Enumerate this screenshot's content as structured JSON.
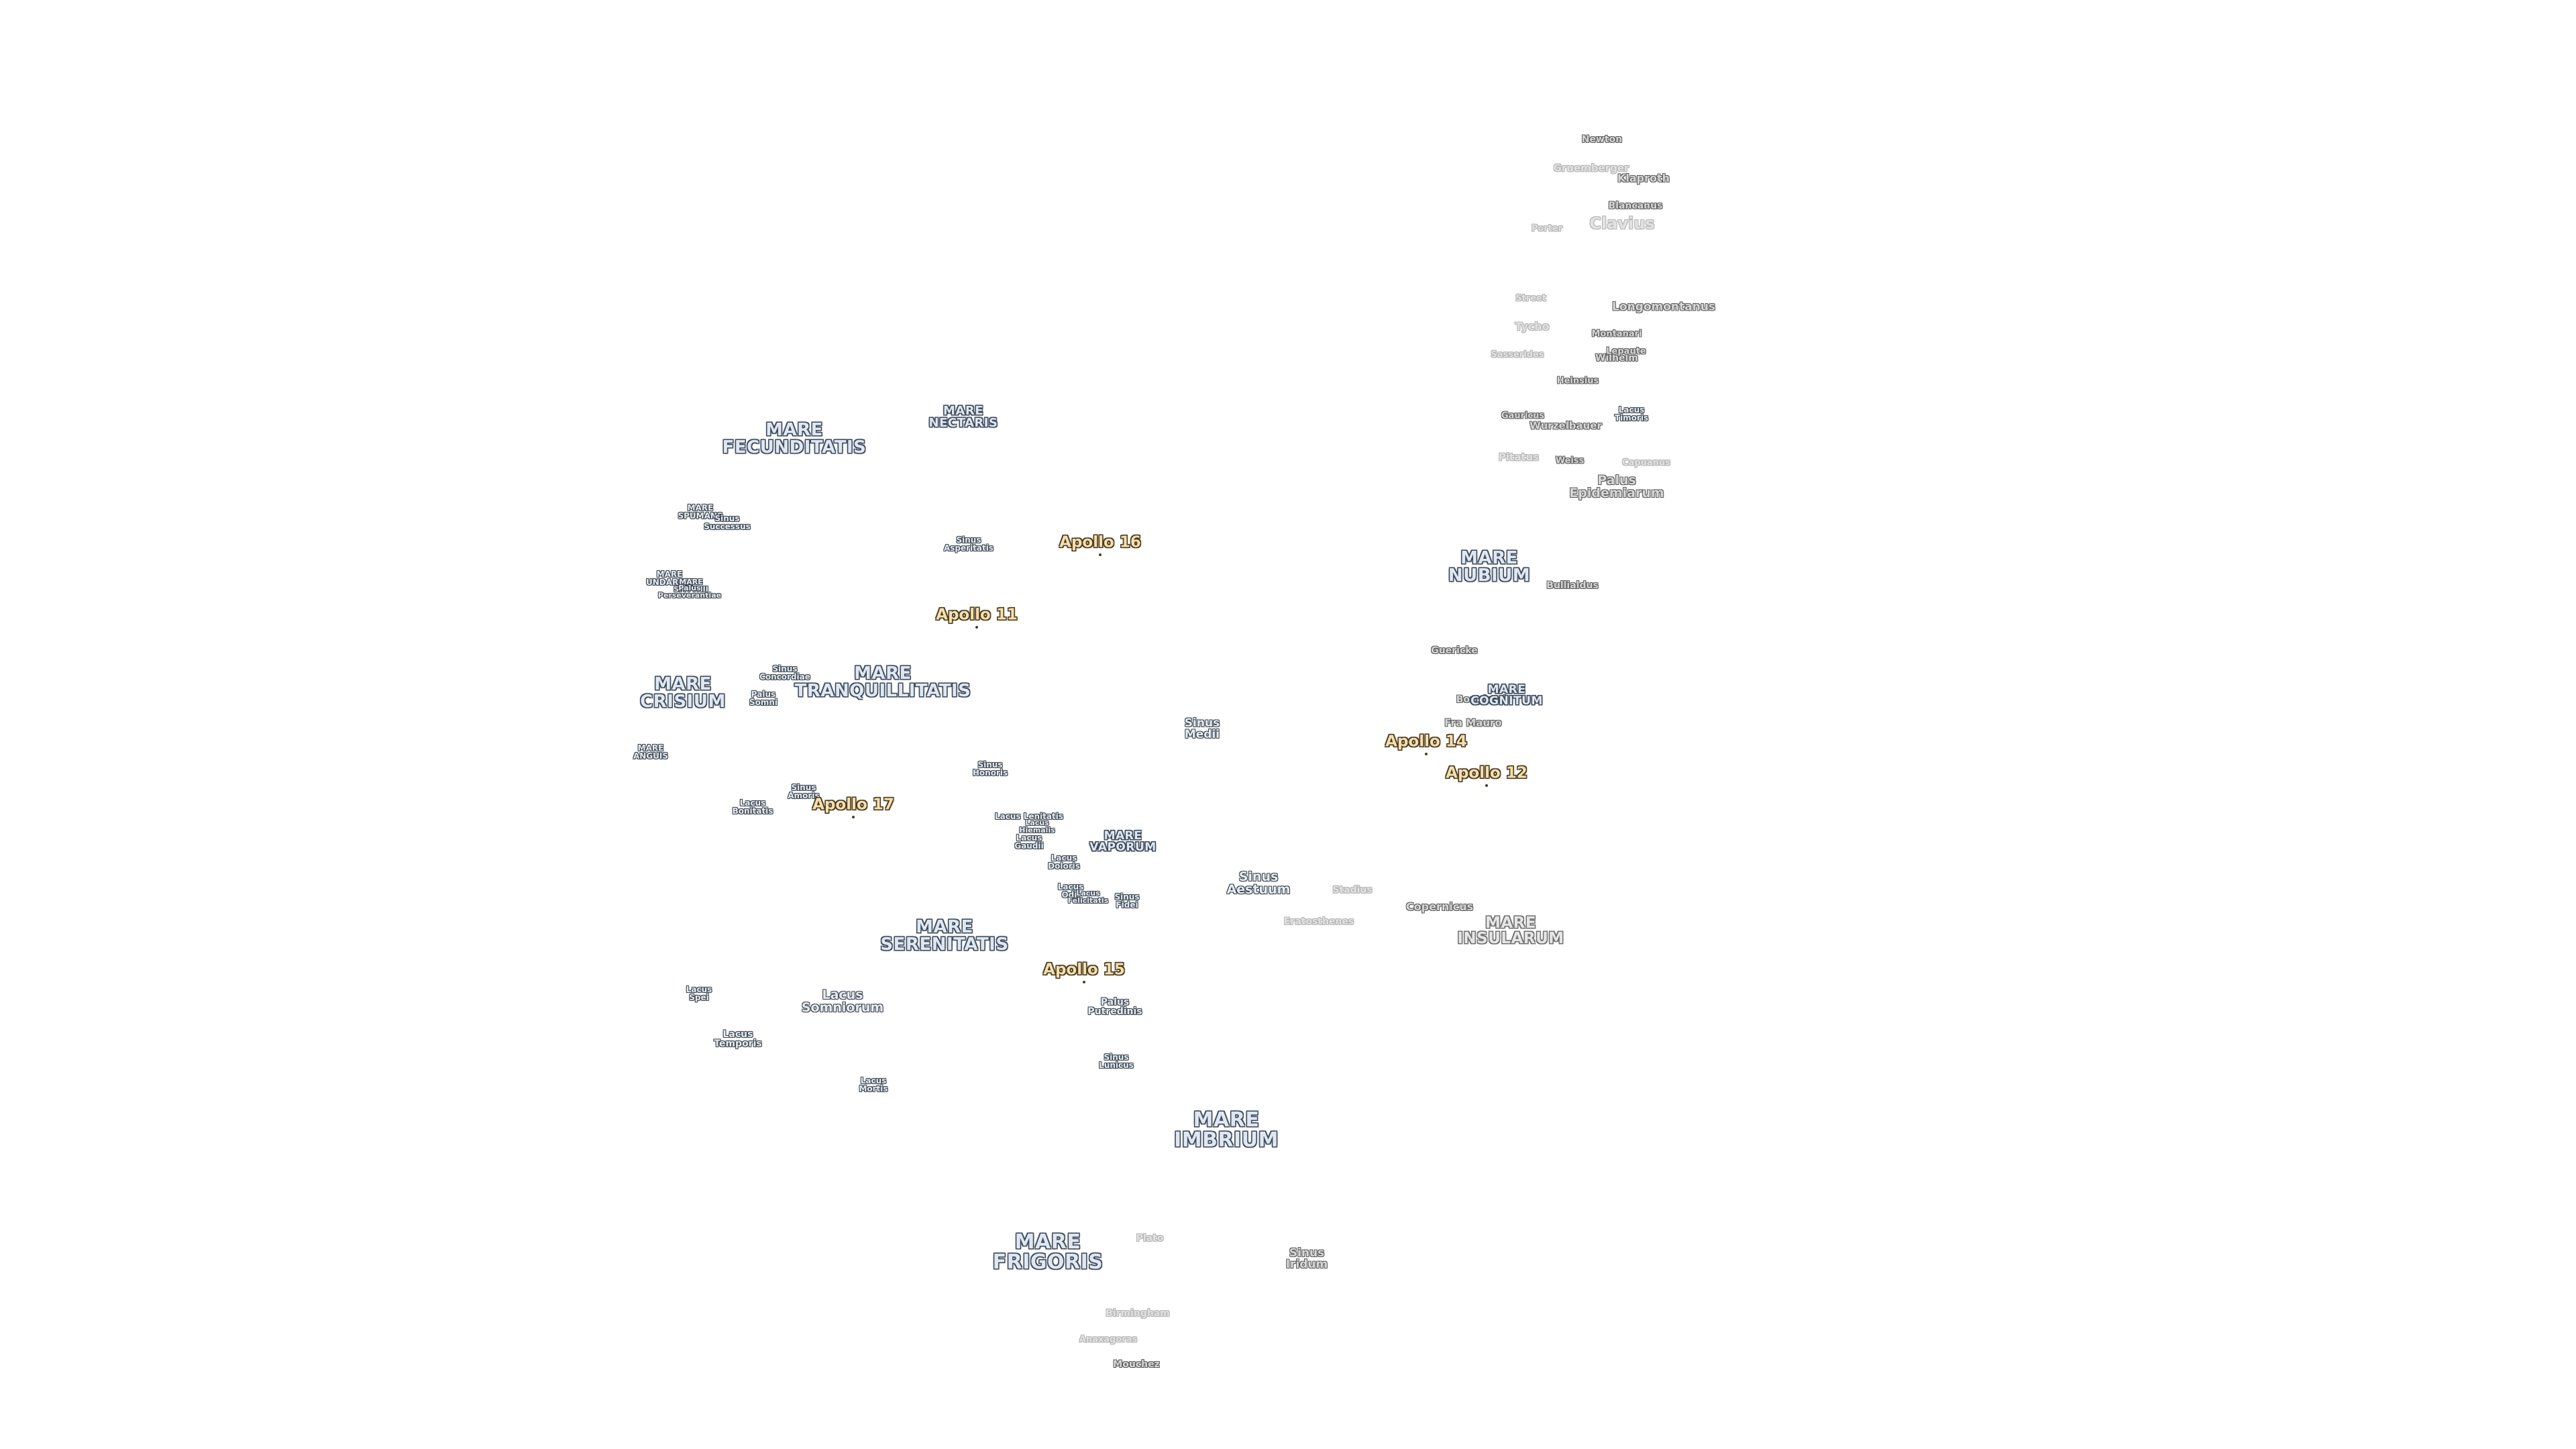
{
  "map": {
    "labels": [
      {
        "id": "newton",
        "text": "Newton",
        "kind": "crater"
      },
      {
        "id": "gruemberger",
        "text": "Gruemberger",
        "kind": "crater-faint"
      },
      {
        "id": "klaproth",
        "text": "Klaproth",
        "kind": "crater"
      },
      {
        "id": "blancanus",
        "text": "Blancanus",
        "kind": "crater"
      },
      {
        "id": "porter",
        "text": "Porter",
        "kind": "crater-faint"
      },
      {
        "id": "clavius",
        "text": "Clavius",
        "kind": "crater-big"
      },
      {
        "id": "street",
        "text": "Street",
        "kind": "crater-faint"
      },
      {
        "id": "longomontanus",
        "text": "Longomontanus",
        "kind": "crater"
      },
      {
        "id": "tycho",
        "text": "Tycho",
        "kind": "crater-faint"
      },
      {
        "id": "montanari",
        "text": "Montanari",
        "kind": "crater"
      },
      {
        "id": "sasserides",
        "text": "Sasserides",
        "kind": "crater-faint"
      },
      {
        "id": "wilhelm",
        "text": "Wilhelm",
        "kind": "crater"
      },
      {
        "id": "lepaute",
        "text": "Lepaute",
        "kind": "crater"
      },
      {
        "id": "heinsius",
        "text": "Heinsius",
        "kind": "crater"
      },
      {
        "id": "gauricus",
        "text": "Gauricus",
        "kind": "crater"
      },
      {
        "id": "wurzelbauer",
        "text": "Wurzelbauer",
        "kind": "crater"
      },
      {
        "id": "lacus-timoris",
        "text": "Lacus\nTimoris",
        "kind": "minor-tiny"
      },
      {
        "id": "pitatus",
        "text": "Pitatus",
        "kind": "crater-faint"
      },
      {
        "id": "weiss",
        "text": "Weiss",
        "kind": "crater"
      },
      {
        "id": "capuanus",
        "text": "Capuanus",
        "kind": "crater-faint"
      },
      {
        "id": "palus-epidemiarum",
        "text": "Palus\nEpidemiarum",
        "kind": "crater-mid"
      },
      {
        "id": "mare-nubium",
        "text": "MARE\nNUBIUM",
        "kind": "sea"
      },
      {
        "id": "bullialdus",
        "text": "Bullialdus",
        "kind": "crater"
      },
      {
        "id": "guericke",
        "text": "Guericke",
        "kind": "crater"
      },
      {
        "id": "bonpland",
        "text": "Bonpland",
        "kind": "crater"
      },
      {
        "id": "mare-cognitum",
        "text": "MARE\nCOGNITUM",
        "kind": "sea-small"
      },
      {
        "id": "fra-mauro",
        "text": "Fra Mauro",
        "kind": "crater"
      },
      {
        "id": "apollo-14",
        "text": "Apollo 14",
        "kind": "apollo"
      },
      {
        "id": "apollo-12",
        "text": "Apollo 12",
        "kind": "apollo"
      },
      {
        "id": "copernicus",
        "text": "Copernicus",
        "kind": "crater"
      },
      {
        "id": "mare-insularum",
        "text": "MARE\nINSULARUM",
        "kind": "sea-grey"
      },
      {
        "id": "stadius",
        "text": "Stadius",
        "kind": "crater-faint"
      },
      {
        "id": "eratosthenes",
        "text": "Eratosthenes",
        "kind": "crater-faint"
      },
      {
        "id": "sinus-aestuum",
        "text": "Sinus\nAestuum",
        "kind": "minor-mid"
      },
      {
        "id": "sinus-medii",
        "text": "Sinus\nMedii",
        "kind": "minor"
      },
      {
        "id": "mare-fecunditatis",
        "text": "MARE\nFECUNDITATIS",
        "kind": "sea"
      },
      {
        "id": "mare-nectaris",
        "text": "MARE\nNECTARIS",
        "kind": "sea-small"
      },
      {
        "id": "mare-spumans",
        "text": "MARE\nSPUMANS",
        "kind": "minor-tiny"
      },
      {
        "id": "sinus-successus",
        "text": "Sinus\nSuccessus",
        "kind": "minor-tiny"
      },
      {
        "id": "sinus-asperitatis",
        "text": "Sinus\nAsperitatis",
        "kind": "minor-tiny"
      },
      {
        "id": "apollo-16",
        "text": "Apollo 16",
        "kind": "apollo"
      },
      {
        "id": "mare-undarum",
        "text": "MARE\nUNDARUM",
        "kind": "minor-tiny"
      },
      {
        "id": "mare-smythii",
        "text": "MARE\nSMYTHII",
        "kind": "minor-tiny"
      },
      {
        "id": "palus-perseverantiae",
        "text": "Palus\nPerseverantiae",
        "kind": "minor-tiny"
      },
      {
        "id": "apollo-11",
        "text": "Apollo 11",
        "kind": "apollo"
      },
      {
        "id": "mare-crisium",
        "text": "MARE\nCRISIUM",
        "kind": "sea"
      },
      {
        "id": "sinus-concordiae",
        "text": "Sinus\nConcordiae",
        "kind": "minor-tiny"
      },
      {
        "id": "palus-somni",
        "text": "Palus\nSomni",
        "kind": "minor-tiny"
      },
      {
        "id": "mare-tranquillitatis",
        "text": "MARE\nTRANQUILLITATIS",
        "kind": "sea"
      },
      {
        "id": "mare-anguis",
        "text": "MARE\nANGUIS",
        "kind": "minor-tiny"
      },
      {
        "id": "sinus-honoris",
        "text": "Sinus\nHonoris",
        "kind": "minor-tiny"
      },
      {
        "id": "sinus-amoris",
        "text": "Sinus\nAmoris",
        "kind": "minor-tiny"
      },
      {
        "id": "lacus-bonitatis",
        "text": "Lacus\nBonitatis",
        "kind": "minor-tiny"
      },
      {
        "id": "apollo-17",
        "text": "Apollo 17",
        "kind": "apollo"
      },
      {
        "id": "lacus-lenitatis",
        "text": "Lacus Lenitatis",
        "kind": "minor-tiny"
      },
      {
        "id": "lacus-hiemalis",
        "text": "Lacus\nHiemalis",
        "kind": "minor-tiny"
      },
      {
        "id": "lacus-gaudii",
        "text": "Lacus\nGaudii",
        "kind": "minor-tiny"
      },
      {
        "id": "lacus-doloris",
        "text": "Lacus\nDoloris",
        "kind": "minor-tiny"
      },
      {
        "id": "mare-vaporum",
        "text": "MARE\nVAPORUM",
        "kind": "sea-small"
      },
      {
        "id": "lacus-odii",
        "text": "Lacus\nOdii",
        "kind": "minor-tiny"
      },
      {
        "id": "lacus-felicitatis",
        "text": "Lacus\nFelicitatis",
        "kind": "minor-tiny"
      },
      {
        "id": "sinus-fidei",
        "text": "Sinus\nFidei",
        "kind": "minor-tiny"
      },
      {
        "id": "mare-serenitatis",
        "text": "MARE\nSERENITATIS",
        "kind": "sea"
      },
      {
        "id": "apollo-15",
        "text": "Apollo 15",
        "kind": "apollo"
      },
      {
        "id": "lacus-spei",
        "text": "Lacus\nSpei",
        "kind": "minor-tiny"
      },
      {
        "id": "lacus-somniorum",
        "text": "Lacus\nSomniorum",
        "kind": "minor-mid"
      },
      {
        "id": "palus-putredinis",
        "text": "Palus\nPutredinis",
        "kind": "minor"
      },
      {
        "id": "lacus-temporis",
        "text": "Lacus\nTemporis",
        "kind": "minor"
      },
      {
        "id": "sinus-lunicus",
        "text": "Sinus\nLunicus",
        "kind": "minor-tiny"
      },
      {
        "id": "lacus-mortis",
        "text": "Lacus\nMortis",
        "kind": "minor-tiny"
      },
      {
        "id": "mare-imbrium",
        "text": "MARE\nIMBRIUM",
        "kind": "sea-big"
      },
      {
        "id": "mare-frigoris",
        "text": "MARE\nFRIGORIS",
        "kind": "sea-big"
      },
      {
        "id": "plato",
        "text": "Plato",
        "kind": "crater-faint"
      },
      {
        "id": "sinus-iridum",
        "text": "Sinus\nIridum",
        "kind": "crater-mid"
      },
      {
        "id": "birmingham",
        "text": "Birmingham",
        "kind": "crater-faint"
      },
      {
        "id": "anaxagoras",
        "text": "Anaxagoras",
        "kind": "crater-faint"
      },
      {
        "id": "mouchez",
        "text": "Mouchez",
        "kind": "crater"
      }
    ]
  }
}
